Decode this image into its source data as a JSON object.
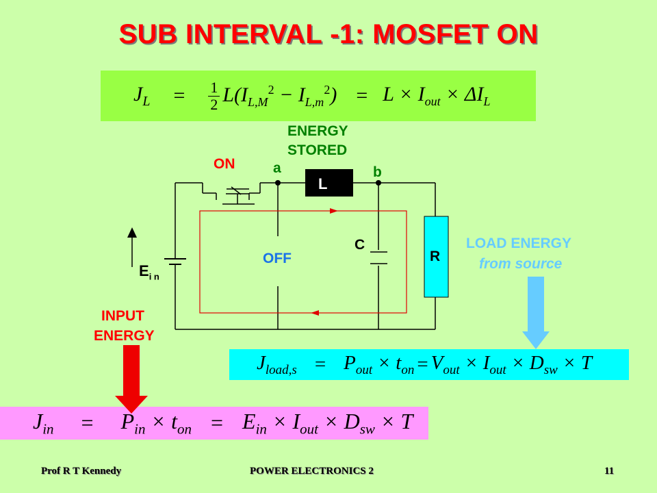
{
  "title": "SUB INTERVAL -1:  MOSFET ON",
  "equations": {
    "stored": "J_L = ½ L(I_L,M² − I_L,m²) = L × I_out × ΔI_L",
    "load": "J_load,s = P_out × t_on = V_out × I_out × D_sw × T",
    "input": "J_in = P_in × t_on = E_in × I_out × D_sw × T"
  },
  "labels": {
    "energy_stored_1": "ENERGY",
    "energy_stored_2": "STORED",
    "on": "ON",
    "node_a": "a",
    "node_b": "b",
    "inductor": "L",
    "capacitor": "C",
    "resistor": "R",
    "off": "OFF",
    "source_main": "E",
    "source_sub": "i n",
    "input_energy_1": "INPUT",
    "input_energy_2": "ENERGY",
    "load_energy_1": "LOAD ENERGY",
    "load_energy_2": "from source"
  },
  "footer": {
    "author": "Prof R T Kennedy",
    "course": "POWER ELECTRONICS 2",
    "page": "11"
  },
  "colors": {
    "background": "#ccffaa",
    "title": "#ff0000",
    "stored_box": "#99ff44",
    "load_box": "#00ffff",
    "input_box": "#ff99ff",
    "resistor": "#00ffff",
    "input_arrow": "#ff0000",
    "load_arrow": "#66ccff"
  }
}
